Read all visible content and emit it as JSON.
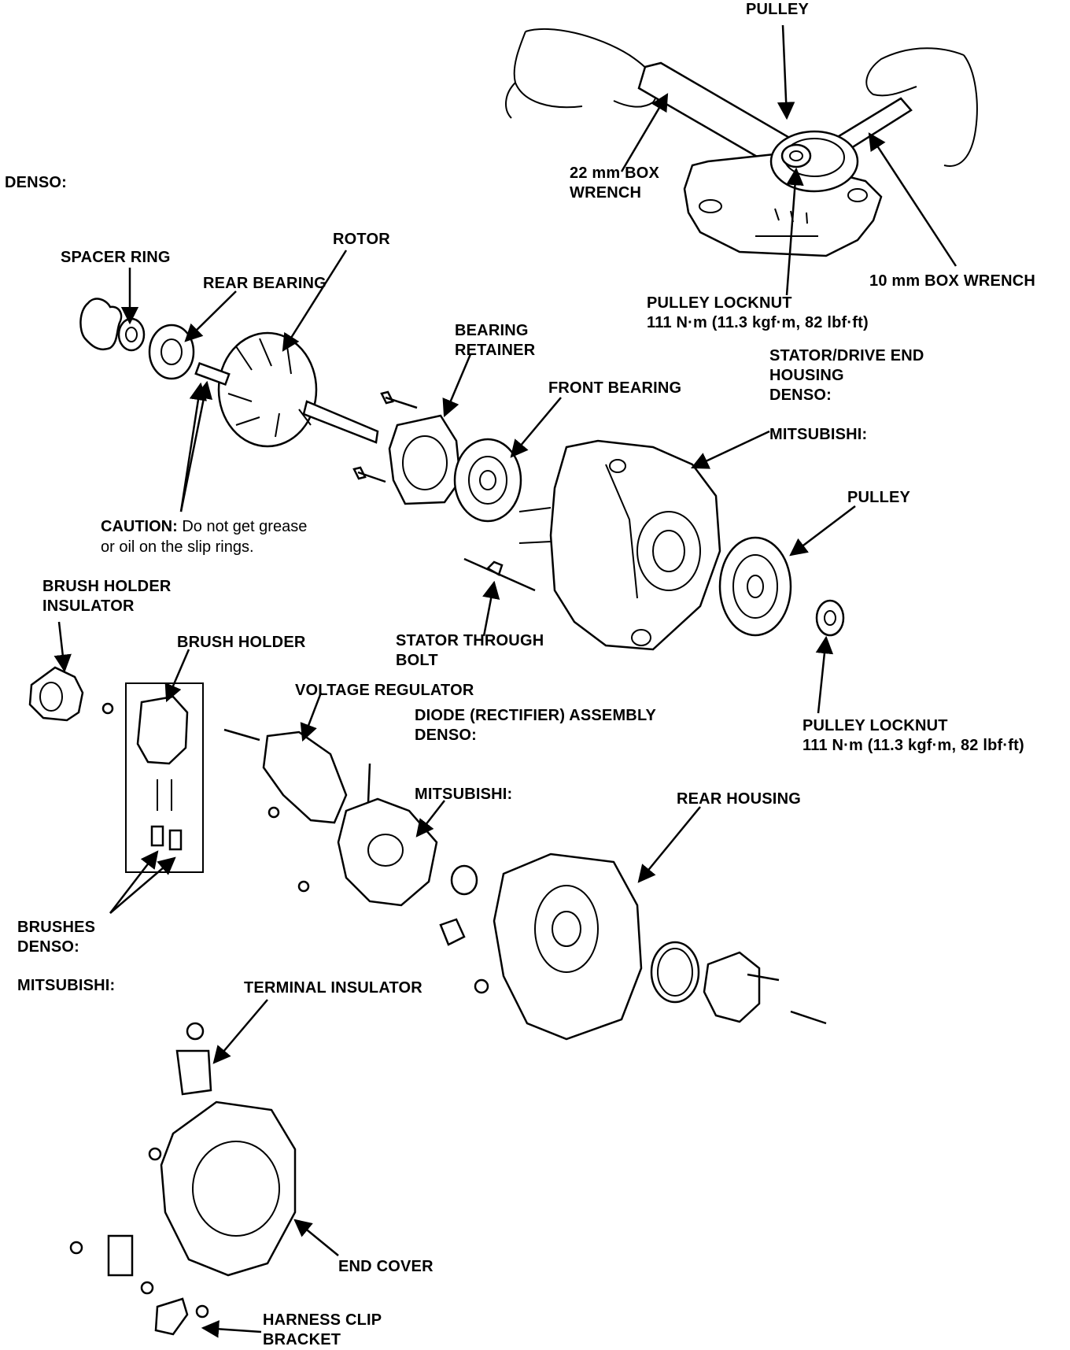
{
  "labels": {
    "pulley_top": "PULLEY",
    "denso_header": "DENSO:",
    "box22_line1": "22 mm BOX",
    "box22_line2": "WRENCH",
    "box10": "10 mm BOX WRENCH",
    "locknut_top_line1": "PULLEY LOCKNUT",
    "locknut_top_line2": "111 N·m (11.3 kgf·m, 82 lbf·ft)",
    "rotor": "ROTOR",
    "spacer_ring": "SPACER RING",
    "rear_bearing": "REAR BEARING",
    "bearing_retainer_line1": "BEARING",
    "bearing_retainer_line2": "RETAINER",
    "front_bearing": "FRONT BEARING",
    "stator_line1": "STATOR/DRIVE END",
    "stator_line2": "HOUSING",
    "stator_line3": "DENSO:",
    "stator_mitsubishi": "MITSUBISHI:",
    "pulley_mid": "PULLEY",
    "caution_prefix": "CAUTION:",
    "caution_line1_rest": " Do not get grease",
    "caution_line2": "or oil on the slip rings.",
    "brush_holder_insulator_line1": "BRUSH HOLDER",
    "brush_holder_insulator_line2": "INSULATOR",
    "brush_holder": "BRUSH HOLDER",
    "stator_bolt_line1": "STATOR THROUGH",
    "stator_bolt_line2": "BOLT",
    "voltage_regulator": "VOLTAGE REGULATOR",
    "diode_line1": "DIODE (RECTIFIER) ASSEMBLY",
    "diode_line2": "DENSO:",
    "diode_mitsubishi": "MITSUBISHI:",
    "locknut_bottom_line1": "PULLEY LOCKNUT",
    "locknut_bottom_line2": "111 N·m (11.3 kgf·m, 82 lbf·ft)",
    "rear_housing": "REAR HOUSING",
    "brushes_line1": "BRUSHES",
    "brushes_line2": "DENSO:",
    "brushes_mitsubishi": "MITSUBISHI:",
    "terminal_insulator": "TERMINAL INSULATOR",
    "end_cover": "END COVER",
    "harness_line1": "HARNESS CLIP",
    "harness_line2": "BRACKET"
  }
}
